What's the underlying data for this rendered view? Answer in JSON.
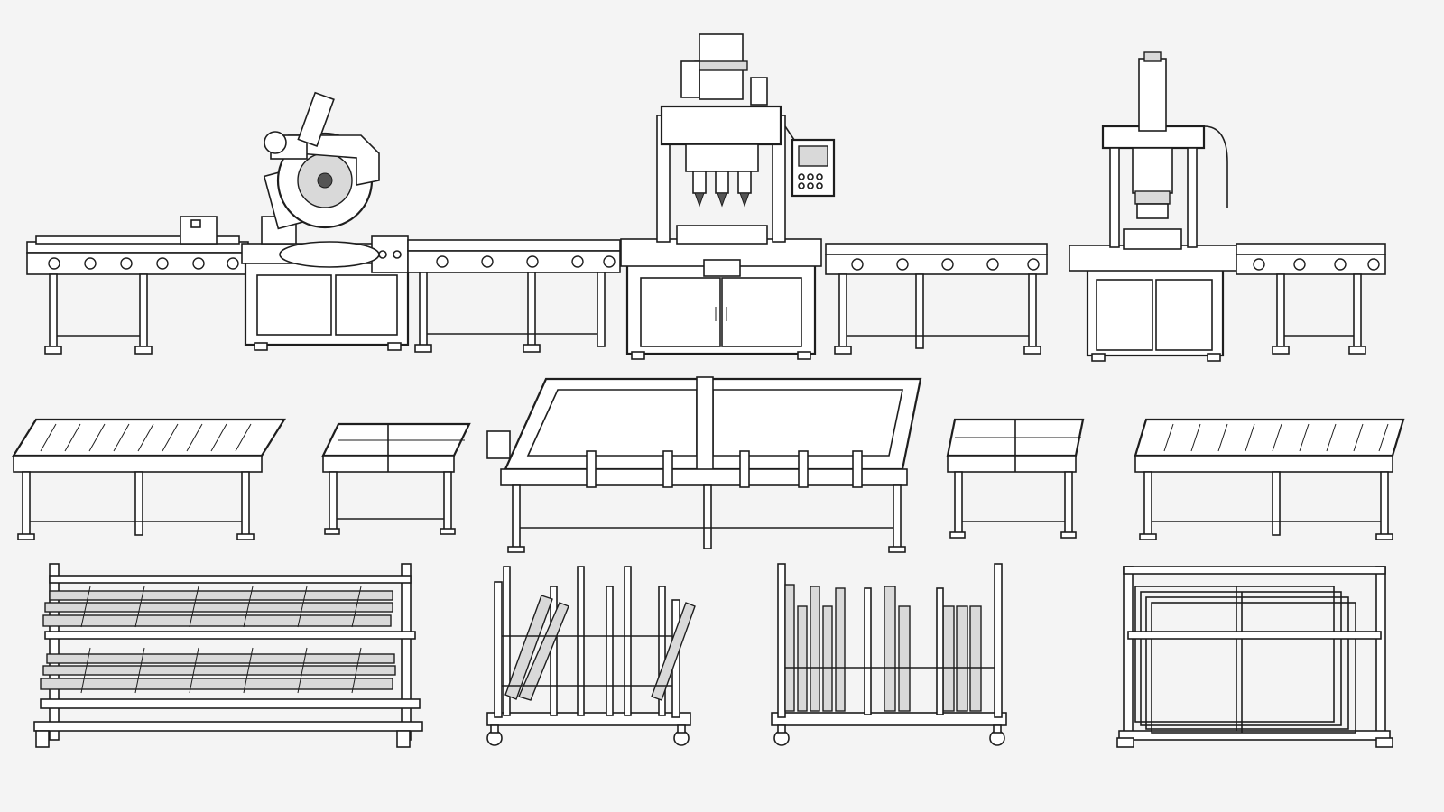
{
  "scene": {
    "background": "#f4f4f4",
    "stroke_color": "#1e1e1e",
    "panel_fill": "#ffffff",
    "shade_fill": "#d9d9d9"
  },
  "production_line": [
    "infeed-roller-conveyor",
    "miter-saw-station",
    "transfer-roller-conveyor-1",
    "multi-head-drilling-machine",
    "transfer-roller-conveyor-2",
    "hydraulic-press-station",
    "outfeed-roller-conveyor"
  ],
  "assembly_row": [
    "roller-table-left",
    "small-transfer-cart-left",
    "frame-assembly-jig",
    "small-transfer-cart-right",
    "roller-table-right"
  ],
  "storage_row": [
    "profile-storage-rack",
    "upright-profile-cart-a",
    "upright-profile-cart-b",
    "finished-frame-rack"
  ]
}
